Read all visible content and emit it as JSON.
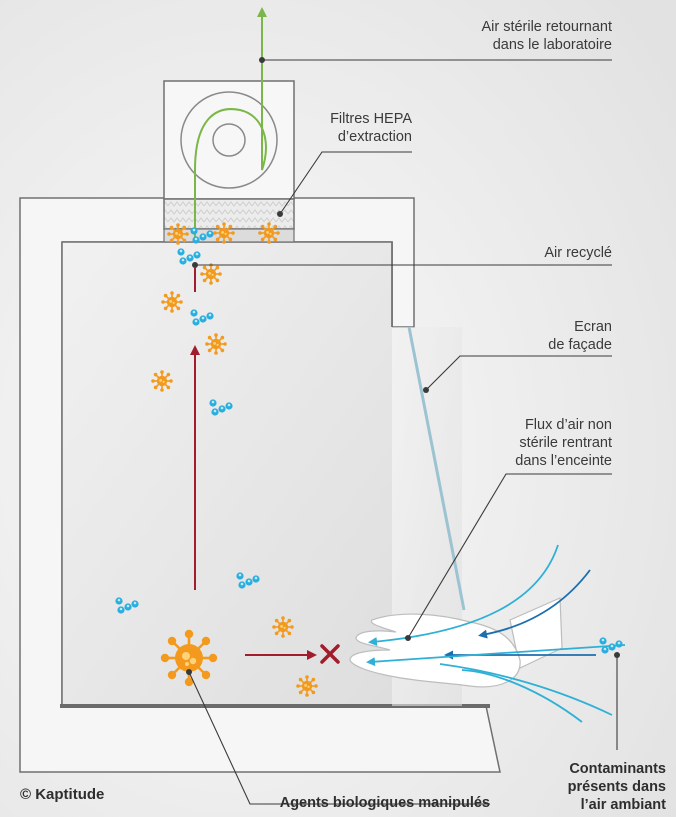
{
  "labels": {
    "sterile_return": [
      "Air stérile retournant",
      "dans le laboratoire"
    ],
    "hepa": [
      "Filtres HEPA",
      "d’extraction"
    ],
    "recycled": "Air recyclé",
    "screen": [
      "Ecran",
      "de façade"
    ],
    "nonsterile_flow": [
      "Flux d’air non",
      "stérile rentrant",
      "dans l’enceinte"
    ],
    "contaminants": [
      "Contaminants",
      "présents dans",
      "l’air ambiant"
    ],
    "bio_agents": "Agents biologiques manipulés",
    "copyright": "© Kaptitude"
  },
  "icons": [
    "virus-icon",
    "bacteria-icon",
    "blocked-x-icon",
    "hand-icon",
    "fan-icon"
  ],
  "colors": {
    "background": "#e6e6e6",
    "cabinet_fill": "#f5f5f5",
    "cabinet_stroke": "#6e6e6e",
    "sterile_air": "#7ab648",
    "recycled_air": "#a11d2b",
    "inflow_dark": "#1c6fae",
    "inflow_light": "#2fb0d6",
    "virus": "#f39a1e",
    "bacteria": "#2aaede",
    "screen": "#9cc3d1",
    "leader": "#3a3a3a"
  }
}
